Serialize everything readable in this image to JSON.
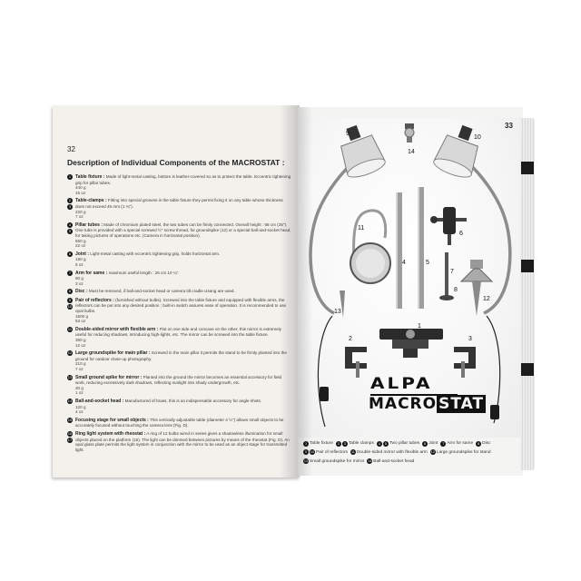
{
  "left_page": {
    "page_number": "32",
    "title": "Description of Individual Components of the MACROSTAT :",
    "items": [
      {
        "num": "1",
        "name": "Table fixture :",
        "text": "Made of light-metal casting, bottom is leather-covered so as to protect the table. Eccentric tightening grip for pillar tubes.",
        "weight": [
          "440 g",
          "15 oz"
        ]
      },
      {
        "num": "2",
        "num2": "3",
        "name": "Table-clamps :",
        "text": "Fitting into special grooves in the table fixture they permit fixing it on any table whose thickness does not exceed 45 mm (1 ¾\").",
        "weight": [
          "220 g",
          "7 oz"
        ]
      },
      {
        "num": "4",
        "num2": "5",
        "name": "Pillar tubes :",
        "text": "Made of chromium plated steel, the two tubes can be firmly connected. Overall height : 68 cm (25\"). One tube is provided with a special screwed ½\" screw thread, for groundspike (12) or a special ball-and-socket head, for taking pictures of operations etc. (Camera in horizontal position).",
        "weight": [
          "650 g",
          "22 oz"
        ]
      },
      {
        "num": "6",
        "name": "Joint :",
        "text": "Light-metal casting with eccentric tightening grip, holds horizontal arm.",
        "weight": [
          "180 g",
          "6 oz"
        ]
      },
      {
        "num": "7",
        "name": "Arm for same :",
        "text": "maximum useful length : 26 cm 10 ¼\".",
        "weight": [
          "90 g",
          "3 oz"
        ]
      },
      {
        "num": "8",
        "name": "Disc :",
        "text": "Must be removed, if ball-and-socket head or camera tilt cradle Usang are used.",
        "weight": []
      },
      {
        "num": "9",
        "num2": "10",
        "name": "Pair of reflectors :",
        "text": "(furnished without bulbs). Screwed into the table fixture and equipped with flexible arms, the reflectors can be put into any desired position ; built-in switch assures ease of operation. It is recommended to use opal bulbs.",
        "weight": [
          "1500 g",
          "53 oz"
        ]
      },
      {
        "num": "11",
        "name": "Double-sided mirror with flexible arm :",
        "text": "Flat on one side and concave on the other, this mirror is extremely useful for reducing shadows, introducing high-lights, etc. The mirror can be screwed into the table fixture.",
        "weight": [
          "350 g",
          "12 oz"
        ]
      },
      {
        "num": "12",
        "name": "Large groundspike for main pillar :",
        "text": "Screwed in the main pillar it permits the stand to be firmly planted into the ground for outdoor close-up photography.",
        "weight": [
          "210 g",
          "7 oz"
        ]
      },
      {
        "num": "13",
        "name": "Small ground spike for mirror :",
        "text": "Planted into the ground the mirror becomes an essential accessory for field work, reducing excessively dark shadows, reflecting sunlight into shady undergrowth, etc.",
        "weight": [
          "30 g",
          "1 oz"
        ]
      },
      {
        "num": "14",
        "name": "Ball-and-socket head :",
        "text": "Manufactured of brass, this is an indispensable accessory for angle shots.",
        "weight": [
          "120 g",
          "4 oz"
        ]
      },
      {
        "num": "15",
        "name": "Focusing stage for small objects :",
        "text": "This vertically adjustable table (diameter 4 ½\") allows small objects to be accurately focused without touching the camera lens (Fig. D).",
        "weight": []
      },
      {
        "num": "16",
        "num2": "17",
        "name": "Ring light system with rheostat :",
        "text": "A ring of 12 bulbs wired in series gives a shadowless illumination for small objects placed on the platform (15). The light can be dimmed between pictures by means of the rheostat (Fig. D). An opal glass plate permits the light system in conjunction with the mirror to be used as an object stage for transmitted light.",
        "weight": []
      }
    ]
  },
  "right_page": {
    "page_number": "33",
    "logo": {
      "top": "ALPA",
      "bottom_a": "MACRO",
      "bottom_b": "STAT"
    },
    "callouts": [
      "1",
      "2",
      "3",
      "4",
      "5",
      "6",
      "7",
      "8",
      "9",
      "10",
      "11",
      "12",
      "13",
      "14"
    ],
    "legend": [
      [
        {
          "nums": [
            "1"
          ],
          "label": "Table fixture"
        },
        {
          "nums": [
            "2",
            "3"
          ],
          "label": "Table clamps"
        },
        {
          "nums": [
            "4",
            "5"
          ],
          "label": "Two pillar tubes"
        },
        {
          "nums": [
            "6"
          ],
          "label": "Joint"
        },
        {
          "nums": [
            "7"
          ],
          "label": "Arm for same"
        },
        {
          "nums": [
            "8"
          ],
          "label": "Disc"
        }
      ],
      [
        {
          "nums": [
            "9",
            "10"
          ],
          "label": "Pair of reflectors"
        },
        {
          "nums": [
            "11"
          ],
          "label": "Double-sided mirror with flexible arm"
        },
        {
          "nums": [
            "12"
          ],
          "label": "Large groundspike for stand"
        }
      ],
      [
        {
          "nums": [
            "13"
          ],
          "label": "Small groundspike for mirror"
        },
        {
          "nums": [
            "14"
          ],
          "label": "Ball-and-socket head"
        }
      ]
    ]
  }
}
